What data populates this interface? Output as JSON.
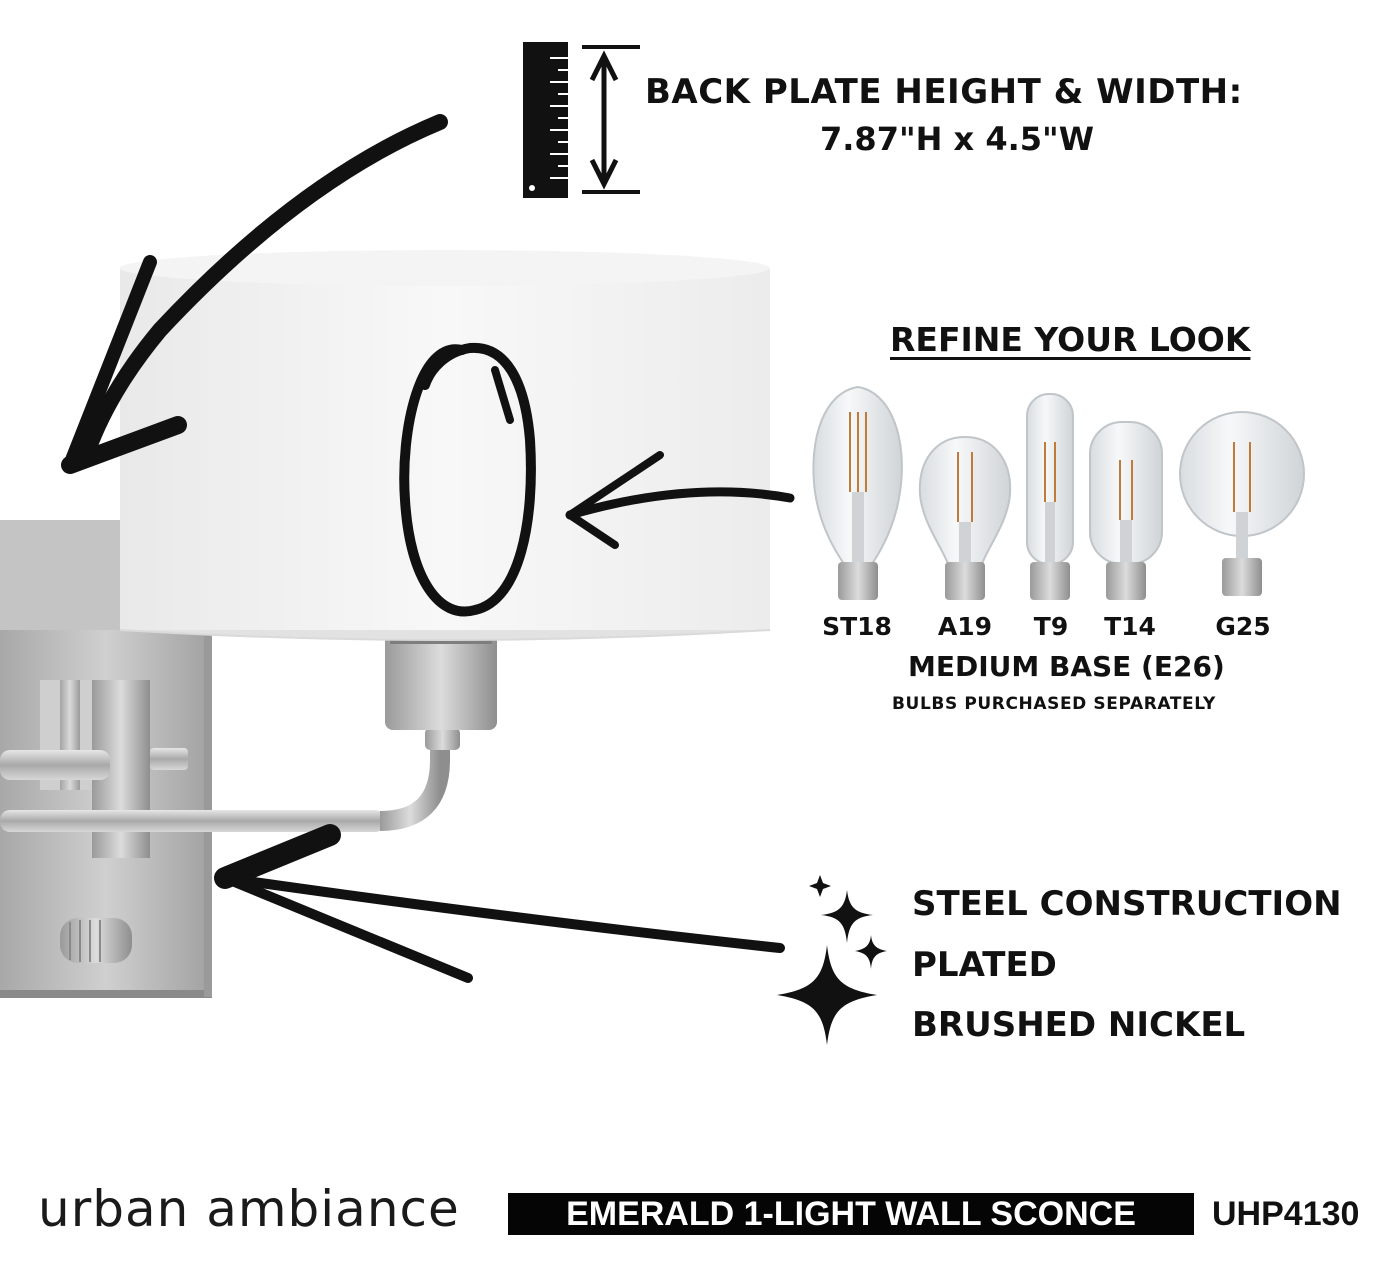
{
  "header": {
    "dimension_title": "BACK PLATE HEIGHT & WIDTH:",
    "dimension_value": "7.87\"H x 4.5\"W",
    "ruler_icon": "ruler-icon",
    "arrow_icon": "double-arrow-vertical-icon"
  },
  "shade": {
    "letter": "O"
  },
  "bulbs": {
    "title": "REFINE YOUR LOOK",
    "items": [
      {
        "label": "ST18"
      },
      {
        "label": "A19"
      },
      {
        "label": "T9"
      },
      {
        "label": "T14"
      },
      {
        "label": "G25"
      }
    ],
    "base_label": "MEDIUM BASE (E26)",
    "note": "BULBS PURCHASED SEPARATELY"
  },
  "features": {
    "icon": "sparkle-icon",
    "items": [
      "STEEL CONSTRUCTION",
      "PLATED",
      "BRUSHED NICKEL"
    ]
  },
  "footer": {
    "brand": "urban ambiance",
    "product_name": "EMERALD 1-LIGHT WALL SCONCE",
    "sku": "UHP4130"
  },
  "colors": {
    "nickel": "#b9b9b9",
    "shade": "#f2f2f2",
    "bar": "#050505",
    "filament": "#c07a3a"
  }
}
